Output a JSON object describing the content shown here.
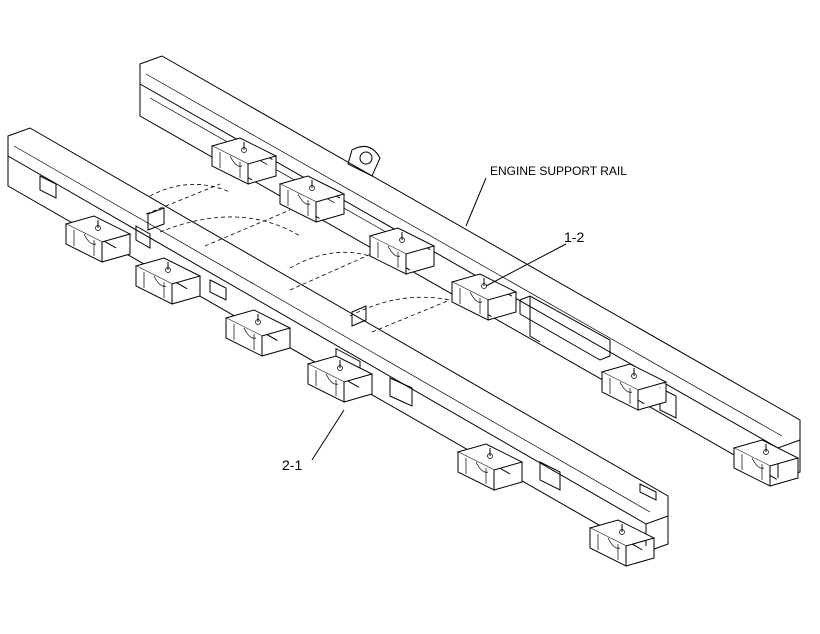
{
  "labels": {
    "engine_support_rail": "ENGINE SUPPORT RAIL",
    "callout_1_2": "1-2",
    "callout_2_1": "2-1"
  }
}
